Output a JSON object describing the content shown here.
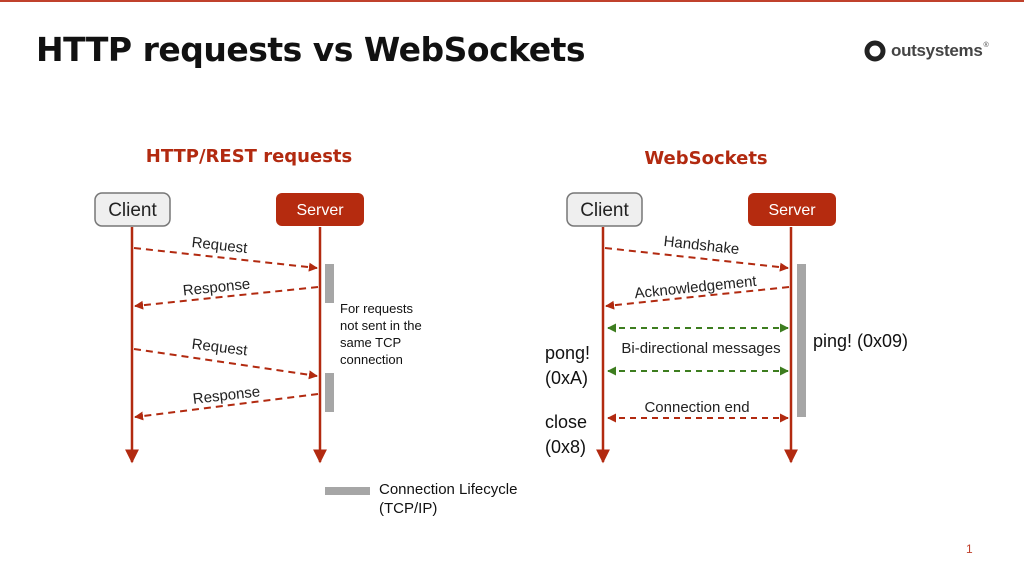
{
  "slide": {
    "title": "HTTP requests vs WebSockets",
    "page_number": "1",
    "logo_text": "outsystems",
    "logo_mark": "®"
  },
  "colors": {
    "accent_red": "#b22a10",
    "server_box": "#b52b0f",
    "green_arrow": "#3d7d1f",
    "lifecycle_bar": "#a6a6a6"
  },
  "http": {
    "title": "HTTP/REST requests",
    "client": "Client",
    "server": "Server",
    "messages": [
      "Request",
      "Response",
      "Request",
      "Response"
    ],
    "note": [
      "For requests",
      "not sent in the",
      "same TCP",
      "connection"
    ]
  },
  "ws": {
    "title": "WebSockets",
    "client": "Client",
    "server": "Server",
    "handshake": "Handshake",
    "ack": "Acknowledgement",
    "bidir": "Bi-directional messages",
    "conn_end": "Connection end",
    "pong": [
      "pong!",
      "(0xA)"
    ],
    "close": [
      "close",
      "(0x8)"
    ],
    "ping": "ping! (0x09)"
  },
  "legend": {
    "label": [
      "Connection Lifecycle",
      "(TCP/IP)"
    ]
  }
}
